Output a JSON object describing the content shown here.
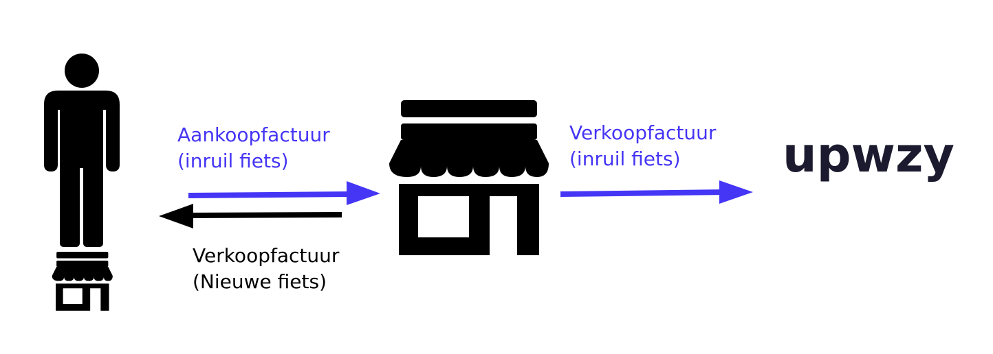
{
  "colors": {
    "accent": "#4535f5",
    "ink": "#000000",
    "logo": "#1c1a2e"
  },
  "icons": {
    "person": "person-icon",
    "small_shop": "small-shop-icon",
    "shop": "shop-icon",
    "logo": "upwzy-logo"
  },
  "labels": {
    "purchase_invoice": {
      "line1": "Aankoopfactuur",
      "line2": "(inruil fiets)"
    },
    "sales_invoice_new": {
      "line1": "Verkoopfactuur",
      "line2": "(Nieuwe fiets)"
    },
    "sales_invoice_tradein": {
      "line1": "Verkoopfactuur",
      "line2": "(inruil fiets)"
    }
  },
  "logo_text": "upwzy"
}
